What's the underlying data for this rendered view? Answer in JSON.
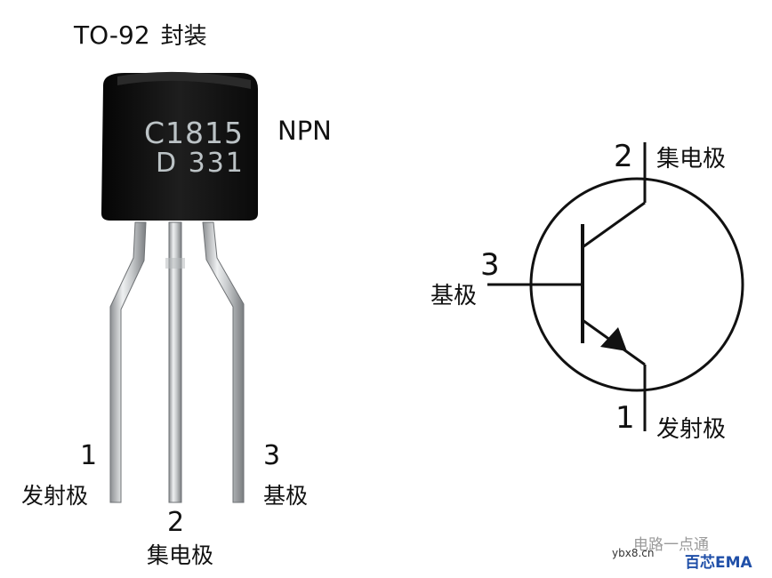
{
  "header": {
    "package": "TO-92",
    "package_suffix": "封装"
  },
  "transistor": {
    "marking_line1": "C1815",
    "marking_line2": "D 331",
    "type": "NPN",
    "body_color": "#141414",
    "marking_color": "#bcc3c6"
  },
  "photo_pins": [
    {
      "number": "1",
      "label": "发射极"
    },
    {
      "number": "2",
      "label": "集电极"
    },
    {
      "number": "3",
      "label": "基极"
    }
  ],
  "symbol": {
    "collector": {
      "number": "2",
      "label": "集电极"
    },
    "base": {
      "number": "3",
      "label": "基极"
    },
    "emitter": {
      "number": "1",
      "label": "发射极"
    }
  },
  "watermark": {
    "account": "电路一点通",
    "site": "ybx8.cn",
    "brand": "百芯EMA",
    "brand_color": "#1f4fa8"
  }
}
